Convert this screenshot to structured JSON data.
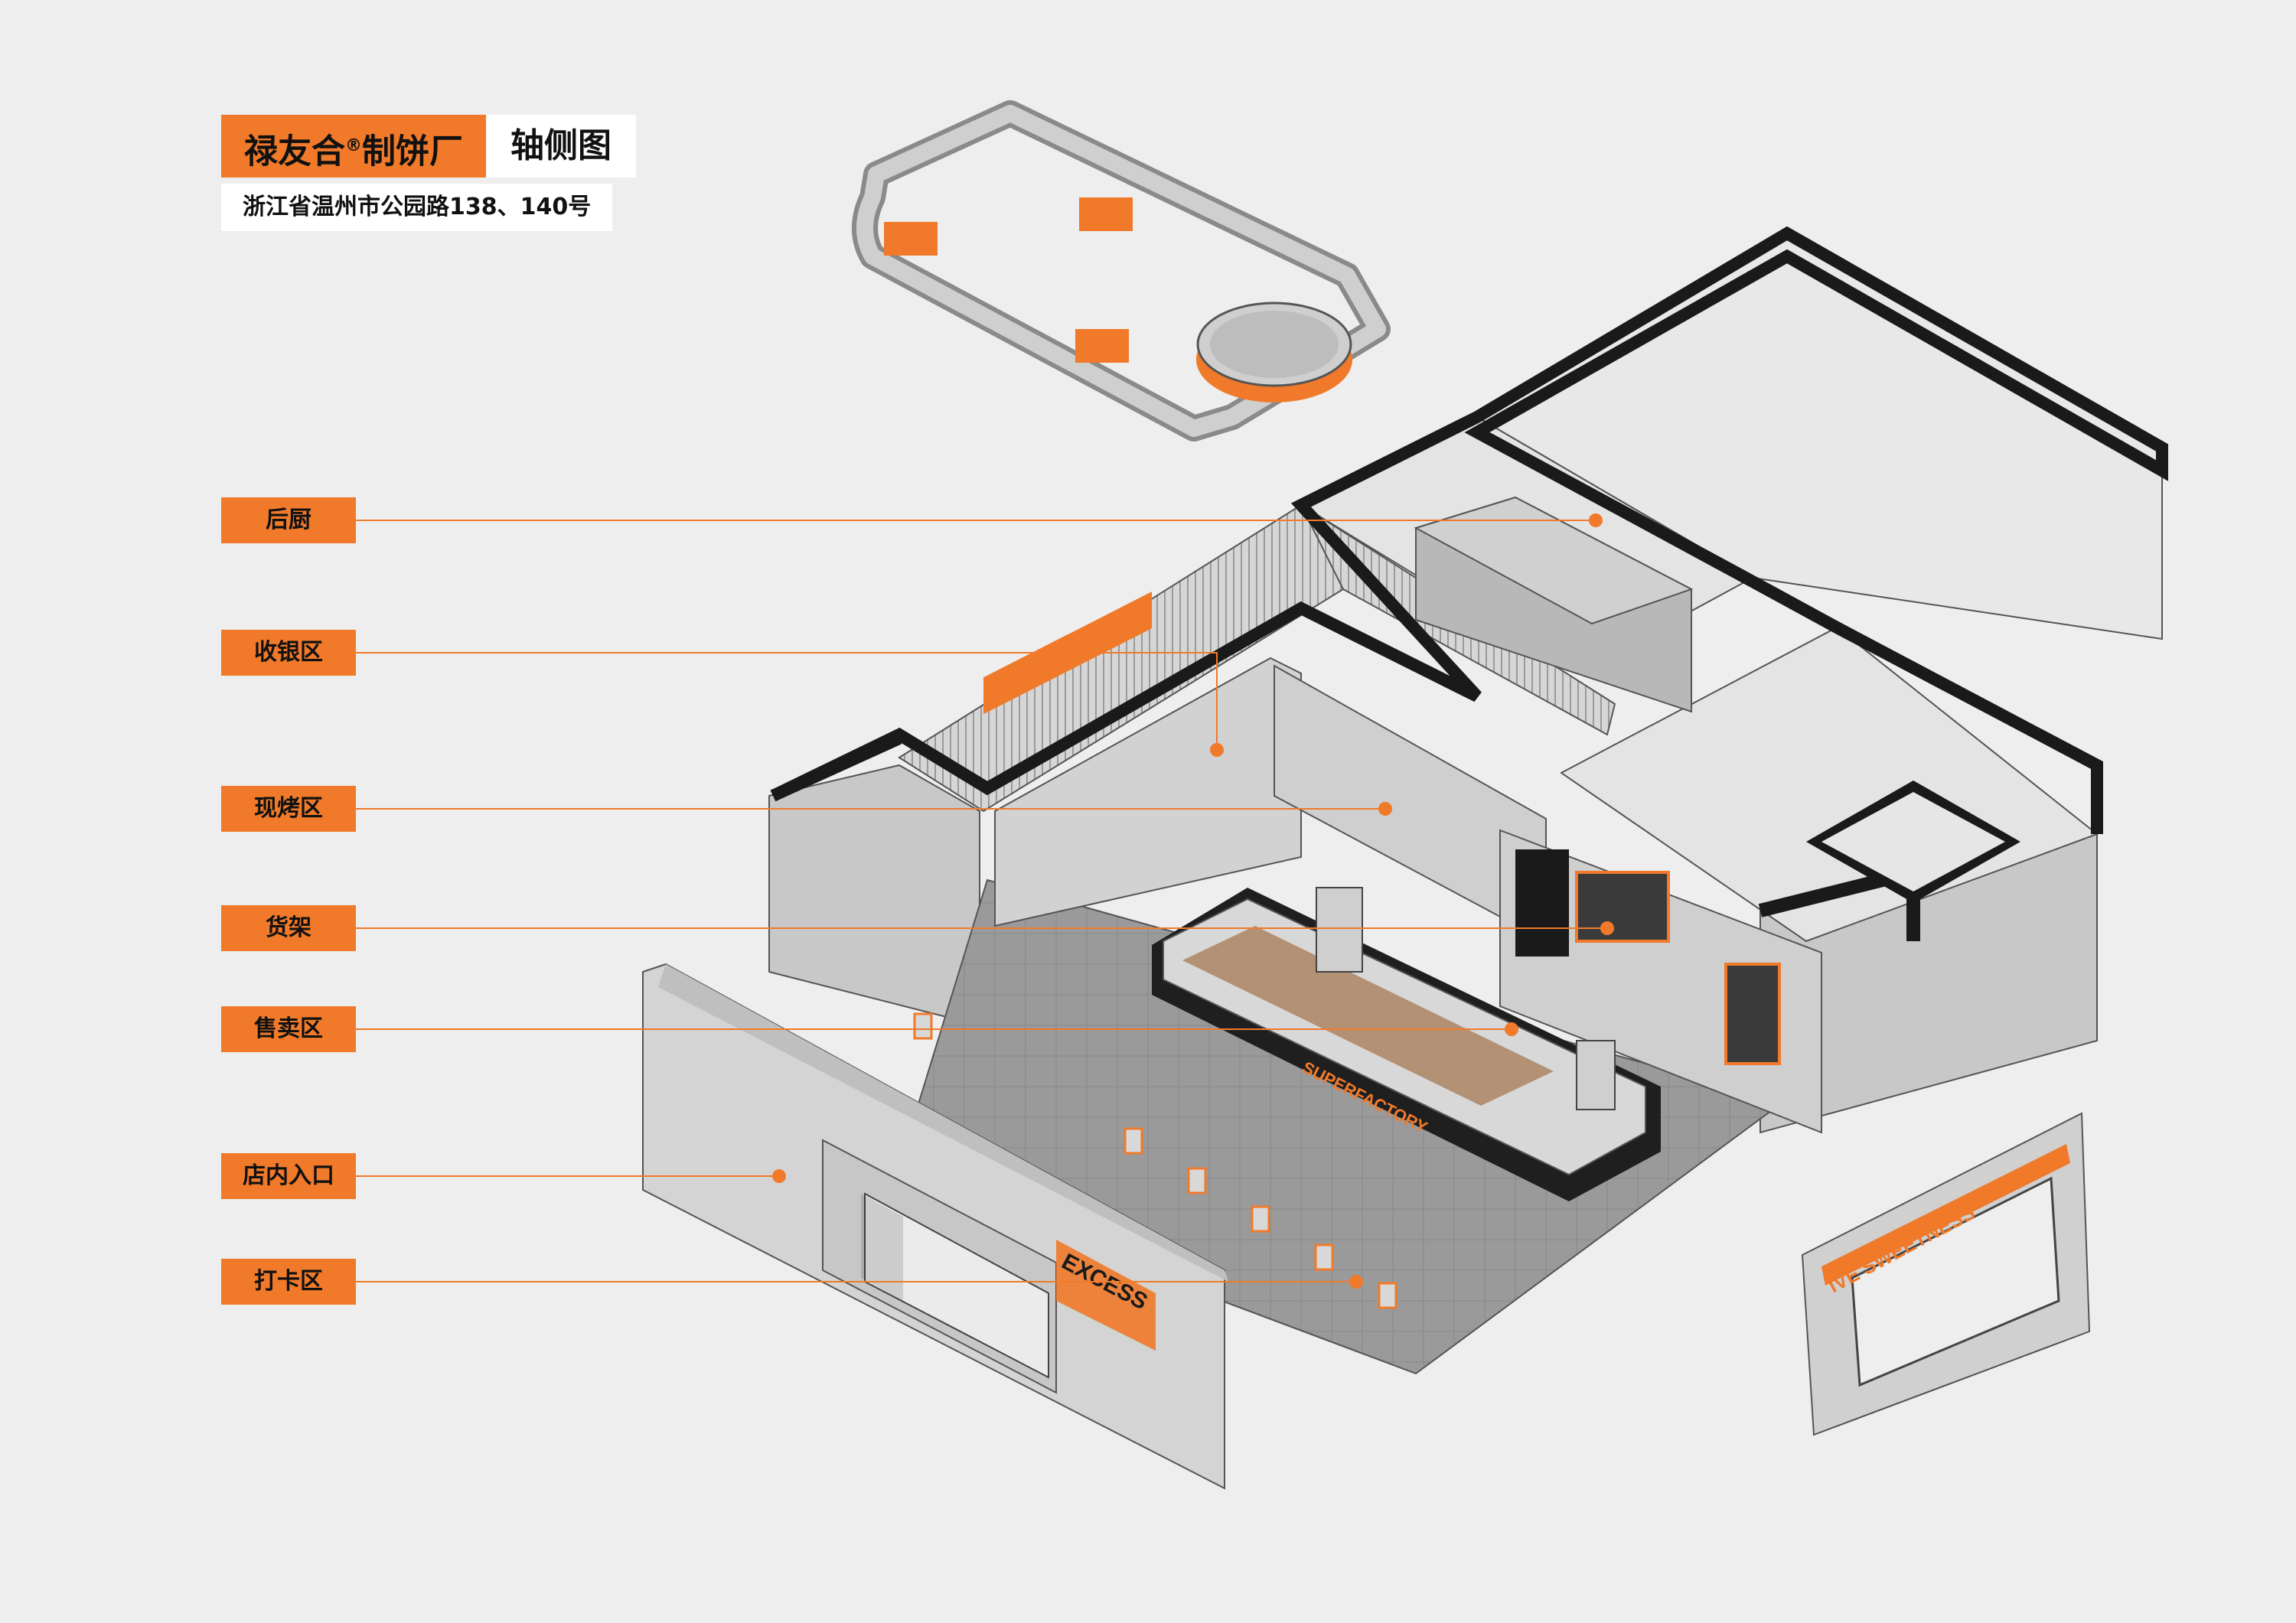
{
  "header": {
    "brand": "禄友合",
    "reg_mark": "®",
    "brand_suffix": "制饼厂",
    "view_label": "轴侧图",
    "address": "浙江省温州市公园路138、140号"
  },
  "callouts": [
    {
      "id": "kitchen",
      "label": "后厨"
    },
    {
      "id": "cashier",
      "label": "收银区"
    },
    {
      "id": "bake",
      "label": "现烤区"
    },
    {
      "id": "shelf",
      "label": "货架"
    },
    {
      "id": "sale",
      "label": "售卖区"
    },
    {
      "id": "entrance",
      "label": "店内入口"
    },
    {
      "id": "checkin",
      "label": "打卡区"
    }
  ],
  "signage": {
    "counter_text": "SUPERFACTORY",
    "arch_text": "IVE SWEETNESS",
    "facade_text": "EXCESS"
  },
  "colors": {
    "accent": "#f07a2a",
    "wall_dark": "#1a1a1a",
    "floor": "#8a8a8a",
    "surface": "#d8d8d8",
    "background": "#eeeeee"
  }
}
